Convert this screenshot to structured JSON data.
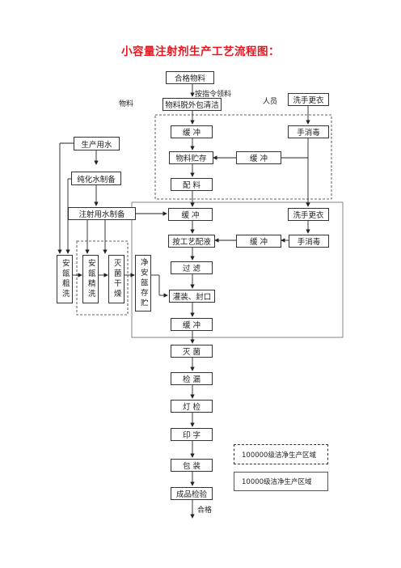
{
  "title": "小容量注射剂生产工艺流程图：",
  "labels": {
    "by_instruction": "按指令领料",
    "material": "物料",
    "personnel": "人员",
    "qualified": "合格"
  },
  "nodes": {
    "qualified_material": "合格物料",
    "outer_clean": "物料脱外包清洁",
    "buffer1": "缓  冲",
    "material_store": "物料贮存",
    "buffer2": "缓  冲",
    "compounding": "配  料",
    "change_clothes1": "洗手更衣",
    "hand_disinfect1": "手消毒",
    "production_water": "生产用水",
    "purified_water": "纯化水制备",
    "injection_water": "注射用水制备",
    "buffer3": "缓  冲",
    "change_clothes2": "洗手更衣",
    "process_solution": "按工艺配液",
    "buffer4": "缓  冲",
    "hand_disinfect2": "手消毒",
    "filtration": "过  滤",
    "fill_seal": "灌装、封口",
    "buffer5": "缓  冲",
    "sterilize": "灭  菌",
    "leak_test": "检  漏",
    "light_inspect": "灯  检",
    "printing": "印  字",
    "packaging": "包  装",
    "final_inspect": "成品检验",
    "ampoule_rough_wash": "安瓿粗洗",
    "ampoule_fine_wash": "安瓿精洗",
    "sterile_dry": "灭菌干燥",
    "clean_ampoule_store": "净安瓿存贮"
  },
  "legend": {
    "grade_100000": "100000级洁净生产区域",
    "grade_10000": "10000级洁净生产区域"
  }
}
